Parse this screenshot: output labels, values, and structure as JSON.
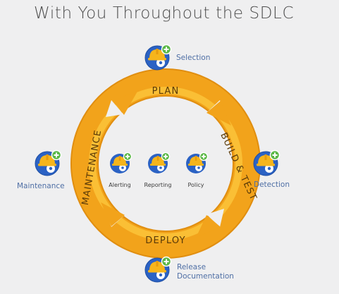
{
  "title": "With You Throughout the SDLC",
  "colors": {
    "ring_outer": "#f2a31b",
    "ring_inner": "#fbc43a",
    "ring_edge": "#e08e10",
    "icon_circle": "#2b62c4",
    "hardhat": "#f6b51c",
    "plus_badge": "#5cb848",
    "label_blue": "#4f6fa5"
  },
  "ring": {
    "plan": "PLAN",
    "build_test": "BUILD & TEST",
    "deploy": "DEPLOY",
    "maintenance": "MAINTENANCE"
  },
  "nodes": {
    "selection": {
      "label": "Selection",
      "icon": "hardhat-gear-icon"
    },
    "detection": {
      "label": "Detection",
      "icon": "hardhat-magnifier-icon"
    },
    "maintenance": {
      "label": "Maintenance",
      "icon": "hardhat-document-icon"
    },
    "release_line1": "Release",
    "release_line2": "Documentation",
    "release_icon": "hardhat-wrench-icon"
  },
  "center_items": [
    {
      "label": "Alerting",
      "icon": "hardhat-alarm-icon"
    },
    {
      "label": "Reporting",
      "icon": "hardhat-report-icon"
    },
    {
      "label": "Policy",
      "icon": "hardhat-folder-icon"
    }
  ]
}
